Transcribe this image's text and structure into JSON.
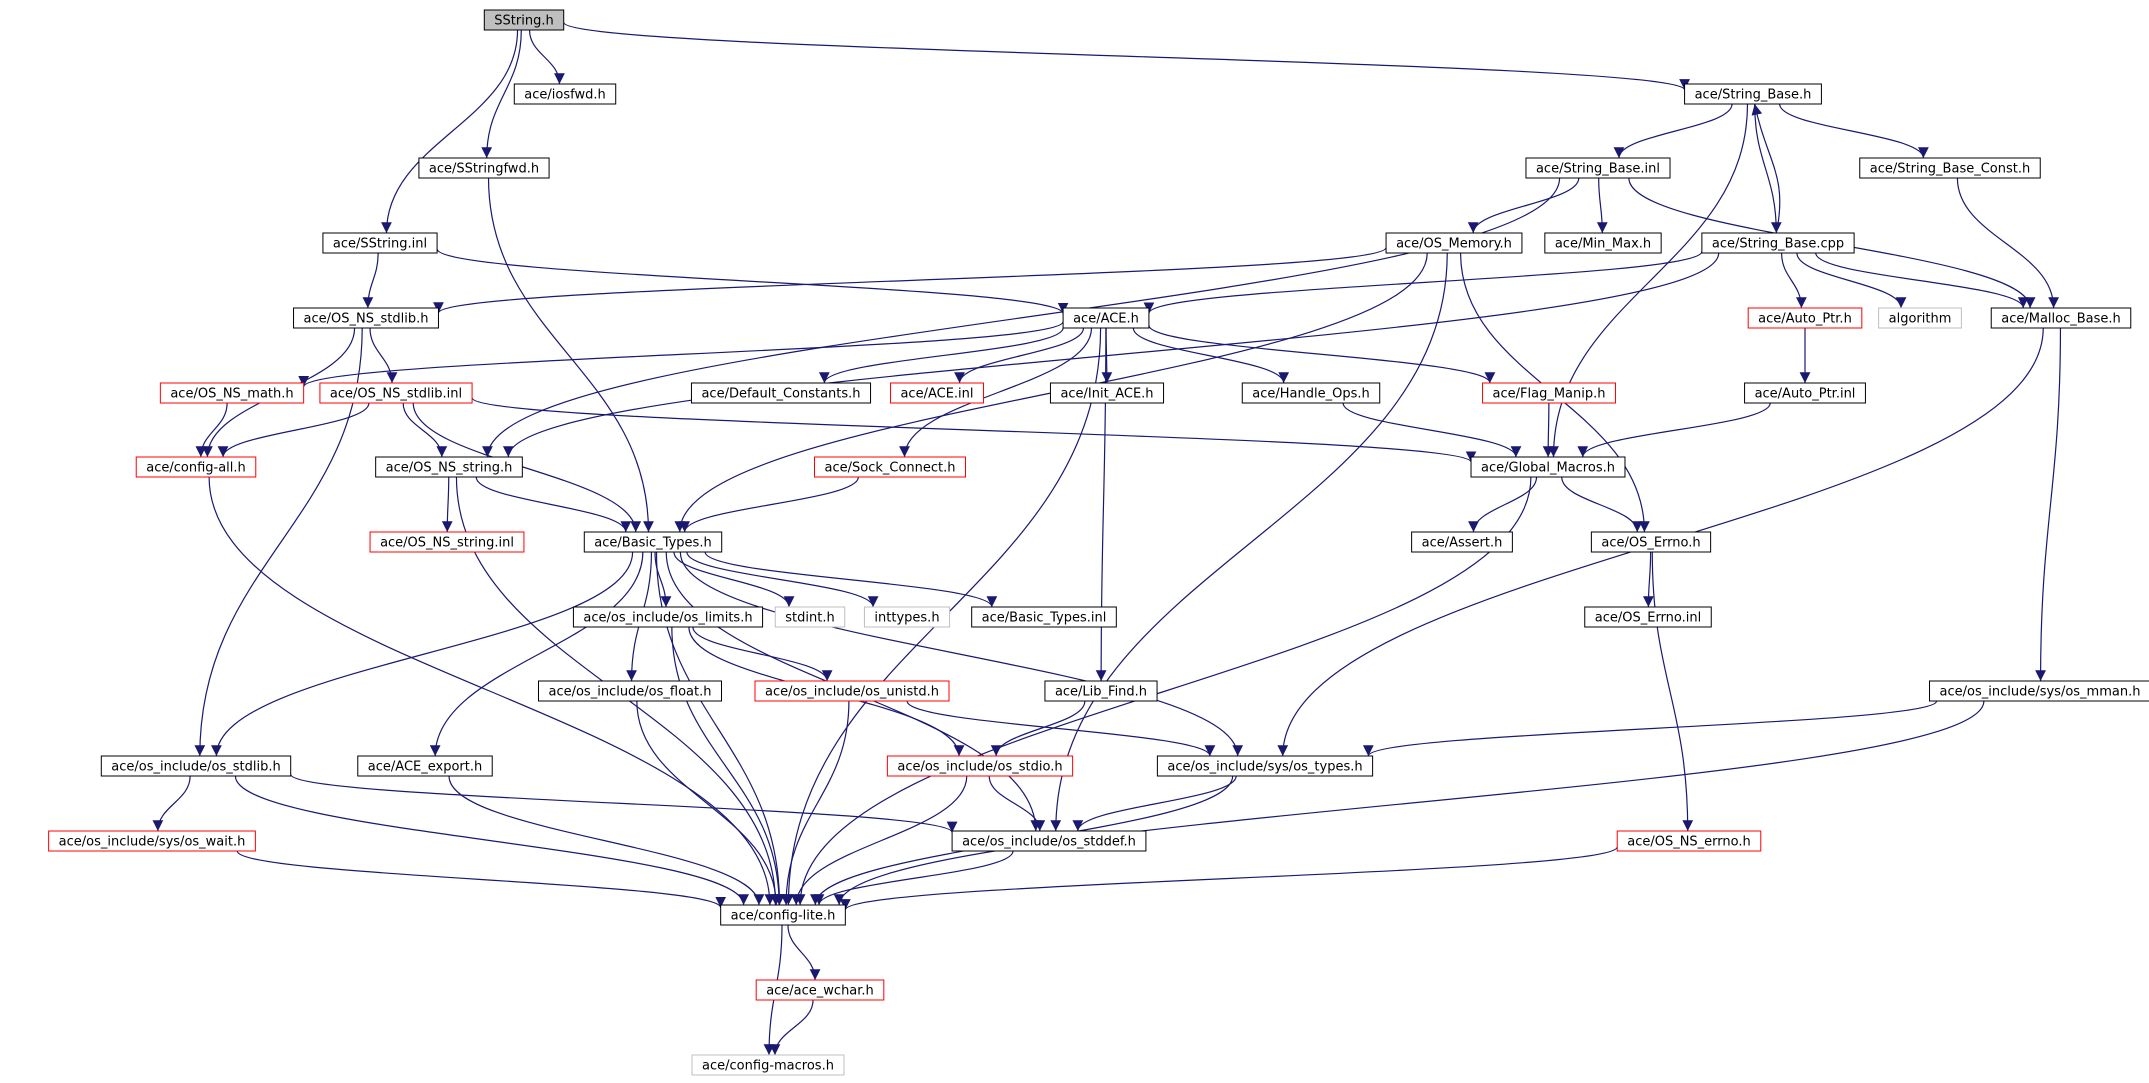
{
  "diagram": {
    "nodes": [
      {
        "id": "sstring_h",
        "label": "SString.h",
        "style": "root"
      },
      {
        "id": "iosfwd",
        "label": "ace/iosfwd.h",
        "style": "black"
      },
      {
        "id": "string_base_h",
        "label": "ace/String_Base.h",
        "style": "black"
      },
      {
        "id": "sstringfwd",
        "label": "ace/SStringfwd.h",
        "style": "black"
      },
      {
        "id": "string_base_inl",
        "label": "ace/String_Base.inl",
        "style": "black"
      },
      {
        "id": "string_base_const",
        "label": "ace/String_Base_Const.h",
        "style": "black"
      },
      {
        "id": "sstring_inl",
        "label": "ace/SString.inl",
        "style": "black"
      },
      {
        "id": "os_memory",
        "label": "ace/OS_Memory.h",
        "style": "black"
      },
      {
        "id": "min_max",
        "label": "ace/Min_Max.h",
        "style": "black"
      },
      {
        "id": "string_base_cpp",
        "label": "ace/String_Base.cpp",
        "style": "black"
      },
      {
        "id": "os_ns_stdlib_h",
        "label": "ace/OS_NS_stdlib.h",
        "style": "black"
      },
      {
        "id": "ace_h",
        "label": "ace/ACE.h",
        "style": "black"
      },
      {
        "id": "auto_ptr_h",
        "label": "ace/Auto_Ptr.h",
        "style": "red"
      },
      {
        "id": "algorithm",
        "label": "algorithm",
        "style": "gray"
      },
      {
        "id": "malloc_base",
        "label": "ace/Malloc_Base.h",
        "style": "black"
      },
      {
        "id": "os_ns_math",
        "label": "ace/OS_NS_math.h",
        "style": "red"
      },
      {
        "id": "os_ns_stdlib_inl",
        "label": "ace/OS_NS_stdlib.inl",
        "style": "red"
      },
      {
        "id": "default_constants",
        "label": "ace/Default_Constants.h",
        "style": "black"
      },
      {
        "id": "ace_inl",
        "label": "ace/ACE.inl",
        "style": "red"
      },
      {
        "id": "init_ace",
        "label": "ace/Init_ACE.h",
        "style": "black"
      },
      {
        "id": "handle_ops",
        "label": "ace/Handle_Ops.h",
        "style": "black"
      },
      {
        "id": "flag_manip",
        "label": "ace/Flag_Manip.h",
        "style": "red"
      },
      {
        "id": "auto_ptr_inl",
        "label": "ace/Auto_Ptr.inl",
        "style": "black"
      },
      {
        "id": "config_all",
        "label": "ace/config-all.h",
        "style": "red"
      },
      {
        "id": "os_ns_string_h",
        "label": "ace/OS_NS_string.h",
        "style": "black"
      },
      {
        "id": "sock_connect",
        "label": "ace/Sock_Connect.h",
        "style": "red"
      },
      {
        "id": "global_macros",
        "label": "ace/Global_Macros.h",
        "style": "black"
      },
      {
        "id": "os_ns_string_inl",
        "label": "ace/OS_NS_string.inl",
        "style": "red"
      },
      {
        "id": "basic_types_h",
        "label": "ace/Basic_Types.h",
        "style": "black"
      },
      {
        "id": "assert_h",
        "label": "ace/Assert.h",
        "style": "black"
      },
      {
        "id": "os_errno_h",
        "label": "ace/OS_Errno.h",
        "style": "black"
      },
      {
        "id": "os_limits",
        "label": "ace/os_include/os_limits.h",
        "style": "black"
      },
      {
        "id": "stdint",
        "label": "stdint.h",
        "style": "gray"
      },
      {
        "id": "inttypes",
        "label": "inttypes.h",
        "style": "gray"
      },
      {
        "id": "basic_types_inl",
        "label": "ace/Basic_Types.inl",
        "style": "black"
      },
      {
        "id": "os_errno_inl",
        "label": "ace/OS_Errno.inl",
        "style": "black"
      },
      {
        "id": "os_float",
        "label": "ace/os_include/os_float.h",
        "style": "black"
      },
      {
        "id": "os_unistd",
        "label": "ace/os_include/os_unistd.h",
        "style": "red"
      },
      {
        "id": "lib_find",
        "label": "ace/Lib_Find.h",
        "style": "black"
      },
      {
        "id": "os_mman",
        "label": "ace/os_include/sys/os_mman.h",
        "style": "black"
      },
      {
        "id": "os_stdlib_h",
        "label": "ace/os_include/os_stdlib.h",
        "style": "black"
      },
      {
        "id": "ace_export",
        "label": "ace/ACE_export.h",
        "style": "black"
      },
      {
        "id": "os_stdio",
        "label": "ace/os_include/os_stdio.h",
        "style": "red"
      },
      {
        "id": "os_types",
        "label": "ace/os_include/sys/os_types.h",
        "style": "black"
      },
      {
        "id": "os_wait",
        "label": "ace/os_include/sys/os_wait.h",
        "style": "red"
      },
      {
        "id": "os_stddef",
        "label": "ace/os_include/os_stddef.h",
        "style": "black"
      },
      {
        "id": "os_ns_errno",
        "label": "ace/OS_NS_errno.h",
        "style": "red"
      },
      {
        "id": "config_lite",
        "label": "ace/config-lite.h",
        "style": "black"
      },
      {
        "id": "ace_wchar",
        "label": "ace/ace_wchar.h",
        "style": "red"
      },
      {
        "id": "config_macros",
        "label": "ace/config-macros.h",
        "style": "gray"
      }
    ],
    "edges": [
      [
        "sstring_h",
        "iosfwd"
      ],
      [
        "sstring_h",
        "string_base_h"
      ],
      [
        "sstring_h",
        "sstringfwd"
      ],
      [
        "sstring_h",
        "sstring_inl"
      ],
      [
        "string_base_h",
        "string_base_inl"
      ],
      [
        "string_base_h",
        "string_base_const"
      ],
      [
        "string_base_h",
        "string_base_cpp"
      ],
      [
        "string_base_h",
        "global_macros"
      ],
      [
        "string_base_cpp",
        "string_base_h"
      ],
      [
        "string_base_inl",
        "os_memory"
      ],
      [
        "string_base_inl",
        "min_max"
      ],
      [
        "string_base_inl",
        "malloc_base"
      ],
      [
        "string_base_inl",
        "os_ns_string_h"
      ],
      [
        "string_base_const",
        "malloc_base"
      ],
      [
        "sstringfwd",
        "basic_types_h"
      ],
      [
        "sstring_inl",
        "os_ns_stdlib_h"
      ],
      [
        "sstring_inl",
        "ace_h"
      ],
      [
        "os_memory",
        "os_ns_stdlib_h"
      ],
      [
        "os_memory",
        "basic_types_h"
      ],
      [
        "os_memory",
        "os_errno_h"
      ],
      [
        "os_memory",
        "os_stddef"
      ],
      [
        "string_base_cpp",
        "ace_h"
      ],
      [
        "string_base_cpp",
        "auto_ptr_h"
      ],
      [
        "string_base_cpp",
        "algorithm"
      ],
      [
        "string_base_cpp",
        "malloc_base"
      ],
      [
        "string_base_cpp",
        "os_ns_string_h"
      ],
      [
        "os_ns_stdlib_h",
        "os_ns_stdlib_inl"
      ],
      [
        "os_ns_stdlib_h",
        "config_all"
      ],
      [
        "os_ns_stdlib_h",
        "os_stdlib_h"
      ],
      [
        "ace_h",
        "os_ns_math"
      ],
      [
        "ace_h",
        "default_constants"
      ],
      [
        "ace_h",
        "ace_inl"
      ],
      [
        "ace_h",
        "init_ace"
      ],
      [
        "ace_h",
        "handle_ops"
      ],
      [
        "ace_h",
        "flag_manip"
      ],
      [
        "ace_h",
        "sock_connect"
      ],
      [
        "ace_h",
        "lib_find"
      ],
      [
        "ace_h",
        "config_lite"
      ],
      [
        "auto_ptr_h",
        "auto_ptr_inl"
      ],
      [
        "malloc_base",
        "os_types"
      ],
      [
        "malloc_base",
        "os_mman"
      ],
      [
        "os_ns_math",
        "config_all"
      ],
      [
        "os_ns_stdlib_inl",
        "config_all"
      ],
      [
        "os_ns_stdlib_inl",
        "os_ns_string_h"
      ],
      [
        "os_ns_stdlib_inl",
        "basic_types_h"
      ],
      [
        "os_ns_stdlib_inl",
        "global_macros"
      ],
      [
        "handle_ops",
        "global_macros"
      ],
      [
        "flag_manip",
        "global_macros"
      ],
      [
        "auto_ptr_inl",
        "global_macros"
      ],
      [
        "config_all",
        "config_lite"
      ],
      [
        "os_ns_string_h",
        "os_ns_string_inl"
      ],
      [
        "os_ns_string_h",
        "basic_types_h"
      ],
      [
        "os_ns_string_h",
        "config_lite"
      ],
      [
        "sock_connect",
        "basic_types_h"
      ],
      [
        "global_macros",
        "assert_h"
      ],
      [
        "global_macros",
        "os_errno_h"
      ],
      [
        "global_macros",
        "config_lite"
      ],
      [
        "basic_types_h",
        "os_limits"
      ],
      [
        "basic_types_h",
        "stdint"
      ],
      [
        "basic_types_h",
        "inttypes"
      ],
      [
        "basic_types_h",
        "basic_types_inl"
      ],
      [
        "basic_types_h",
        "os_float"
      ],
      [
        "basic_types_h",
        "os_stdlib_h"
      ],
      [
        "basic_types_h",
        "ace_export"
      ],
      [
        "basic_types_h",
        "os_types"
      ],
      [
        "basic_types_h",
        "os_stddef"
      ],
      [
        "basic_types_h",
        "config_lite"
      ],
      [
        "os_errno_h",
        "os_errno_inl"
      ],
      [
        "os_errno_h",
        "os_ns_errno"
      ],
      [
        "os_limits",
        "os_unistd"
      ],
      [
        "os_limits",
        "os_stdio"
      ],
      [
        "os_limits",
        "config_lite"
      ],
      [
        "os_float",
        "config_lite"
      ],
      [
        "os_unistd",
        "os_types"
      ],
      [
        "os_unistd",
        "config_lite"
      ],
      [
        "lib_find",
        "os_stdio"
      ],
      [
        "os_mman",
        "os_types"
      ],
      [
        "os_mman",
        "config_lite"
      ],
      [
        "os_stdlib_h",
        "os_wait"
      ],
      [
        "os_stdlib_h",
        "os_stddef"
      ],
      [
        "os_stdlib_h",
        "config_lite"
      ],
      [
        "ace_export",
        "config_lite"
      ],
      [
        "os_stdio",
        "os_stddef"
      ],
      [
        "os_stdio",
        "config_lite"
      ],
      [
        "os_types",
        "os_stddef"
      ],
      [
        "os_types",
        "config_lite"
      ],
      [
        "os_wait",
        "config_lite"
      ],
      [
        "os_stddef",
        "config_lite"
      ],
      [
        "os_ns_errno",
        "config_lite"
      ],
      [
        "config_lite",
        "ace_wchar"
      ],
      [
        "config_lite",
        "config_macros"
      ],
      [
        "ace_wchar",
        "config_macros"
      ]
    ]
  },
  "colors": {
    "edge": "#191970",
    "border_black": "#000000",
    "border_red": "#ff0000",
    "border_gray": "#bfbfbf",
    "root_fill": "#bfbfbf",
    "node_fill": "#ffffff"
  }
}
